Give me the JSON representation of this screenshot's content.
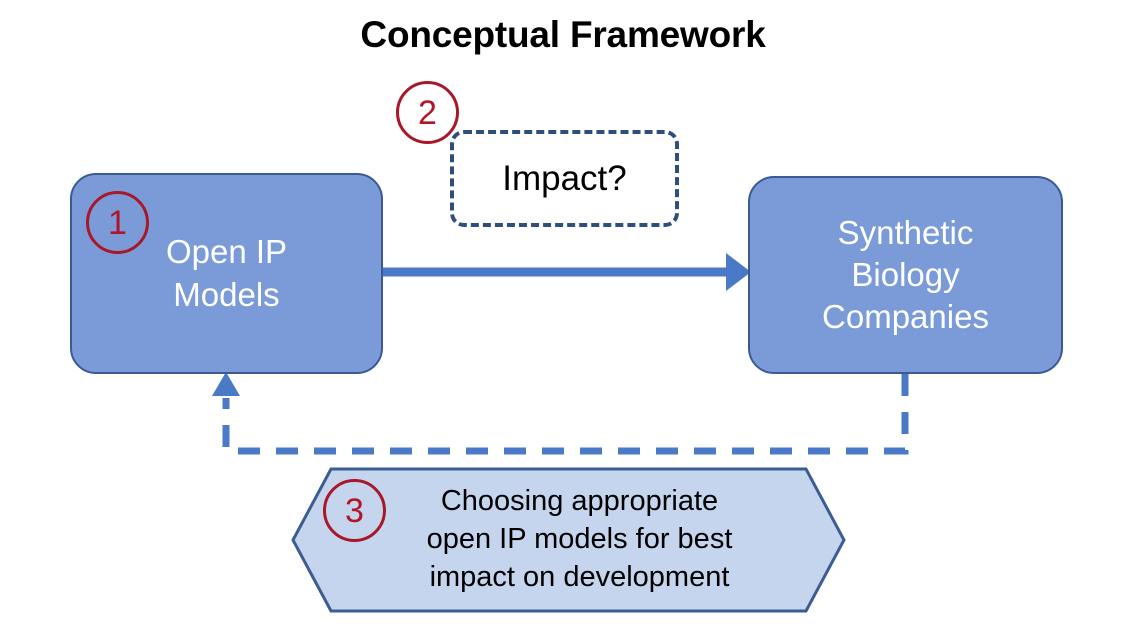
{
  "diagram": {
    "title": "Conceptual Framework",
    "nodes": {
      "open_ip_models": {
        "label": "Open IP\nModels",
        "shape": "rounded-rectangle",
        "fill": "#7a9bd8",
        "border": "#3a5a93",
        "text_color": "#ffffff"
      },
      "synthetic_biology_companies": {
        "label": "Synthetic\nBiology\nCompanies",
        "shape": "rounded-rectangle",
        "fill": "#7a9bd8",
        "border": "#3a5a93",
        "text_color": "#ffffff"
      },
      "impact": {
        "label": "Impact?",
        "shape": "dashed-rounded-rectangle",
        "fill": "none",
        "border": "#2e4f7d",
        "text_color": "#000000"
      },
      "choosing": {
        "label": "Choosing appropriate\nopen IP models for best\nimpact on development",
        "shape": "hexagon",
        "fill": "#c6d5ee",
        "border": "#3c5c94",
        "text_color": "#000000"
      }
    },
    "markers": [
      {
        "name": "marker-1",
        "number": "1",
        "color": "#b2152a"
      },
      {
        "name": "marker-2",
        "number": "2",
        "color": "#b2152a"
      },
      {
        "name": "marker-3",
        "number": "3",
        "color": "#b2152a"
      }
    ],
    "connectors": [
      {
        "name": "open-ip-to-companies-arrow",
        "style": "solid",
        "color": "#4a7ac7",
        "from": "open_ip_models",
        "to": "synthetic_biology_companies"
      },
      {
        "name": "feedback-dashed-arrow",
        "style": "dashed",
        "color": "#4a7ac7",
        "from": "synthetic_biology_companies",
        "to": "open_ip_models"
      }
    ]
  }
}
